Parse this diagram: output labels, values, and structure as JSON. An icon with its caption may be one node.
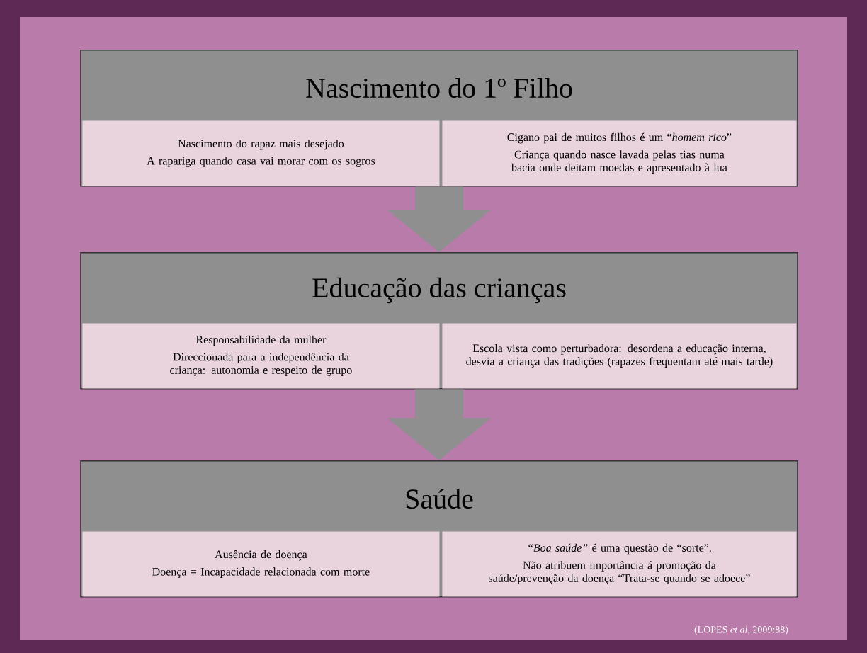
{
  "diagram": {
    "nodes": [
      {
        "text": [
          "Nascimento do 1º Filho"
        ]
      },
      {
        "text": [
          "Nascimento do rapaz mais desejado",
          "A rapariga quando casa vai morar com os sogros"
        ],
        "in": 0
      },
      {
        "text": [
          "Cigano pai de muitos filhos é um “*homem rico*”",
          "Criança quando nasce lavada pelas tias numa bacia onde deitam moedas e apresentado à lua"
        ],
        "in": 0
      },
      {
        "text": [
          "Educação das crianças"
        ]
      },
      {
        "text": [
          "Responsabilidade da mulher",
          "Direccionada para a independência da criança: autonomia e respeito de grupo"
        ],
        "in": 3
      },
      {
        "text": [
          "Escola vista como perturbadora: desordena a educação interna, desvia a criança das tradições (rapazes frequentam até mais tarde)"
        ],
        "in": 3
      },
      {
        "text": [
          "Saúde"
        ]
      },
      {
        "text": [
          "Ausência de doença",
          "Doença = Incapacidade relacionada com morte"
        ],
        "in": 6
      },
      {
        "text": [
          "*“Boa saúde”* é uma questão de “sorte”.",
          "Não atribuem importância á promoção da saúde/prevenção da doença “Trata-se quando se adoece”"
        ],
        "in": 6
      }
    ],
    "edges": [
      {
        "from": 0,
        "to": 3,
        "arrow": "to"
      },
      {
        "from": 3,
        "to": 6,
        "arrow": "to"
      }
    ],
    "labels": [
      "(LOPES *et al*, 2009:88)"
    ]
  }
}
